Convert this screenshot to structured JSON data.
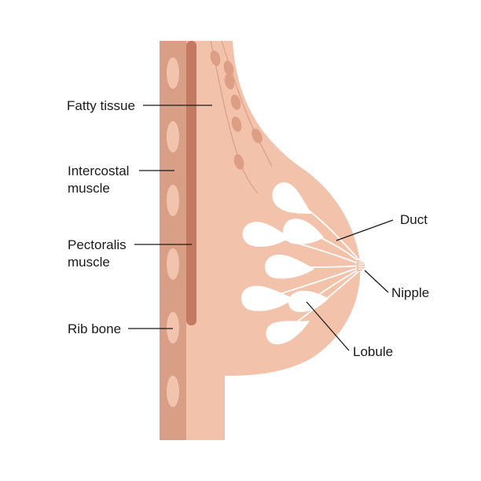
{
  "colors": {
    "background": "#ffffff",
    "chest_wall": "#d99e86",
    "muscle_strip": "#c47a61",
    "rib_bone": "#f2c4ae",
    "breast_tissue": "#f3c2aa",
    "fat_lobes": "#dc9e85",
    "lobule_fill": "#ffffff",
    "duct_line": "#ffffff",
    "leader_line": "#1a1a1a",
    "label_text": "#1a1a1a"
  },
  "labels": {
    "fatty_tissue": "Fatty tissue",
    "intercostal_muscle": [
      "Intercostal",
      "muscle"
    ],
    "pectoralis_muscle": [
      "Pectoralis",
      "muscle"
    ],
    "rib_bone": "Rib bone",
    "duct": "Duct",
    "nipple": "Nipple",
    "lobule": "Lobule"
  }
}
